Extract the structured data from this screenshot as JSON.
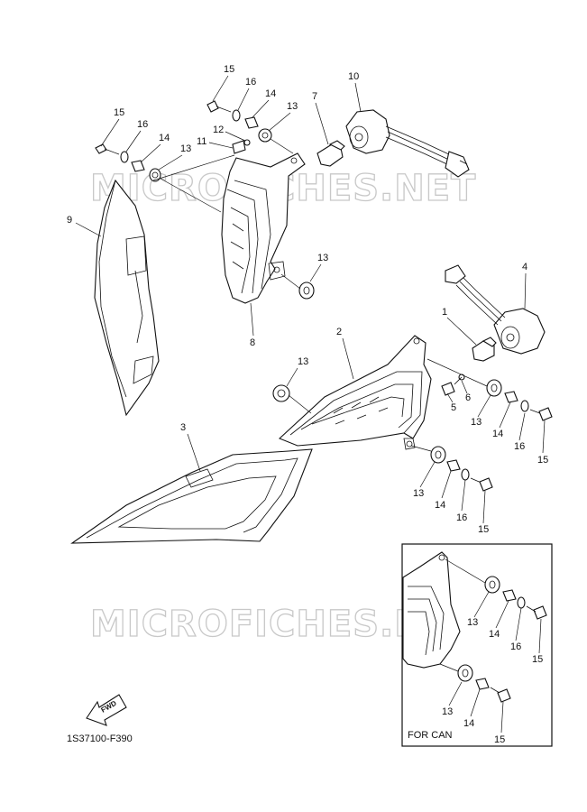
{
  "watermark": "MICROFICHES.NET",
  "diagram_code": "1S37100-F390",
  "inset_label": "FOR CAN",
  "fwd_label": "FWD",
  "callouts": {
    "n1": "1",
    "n2": "2",
    "n3": "3",
    "n4": "4",
    "n5": "5",
    "n6": "6",
    "n7": "7",
    "n8": "8",
    "n9": "9",
    "n10": "10",
    "n11": "11",
    "n12": "12",
    "n13": "13",
    "n14": "14",
    "n15": "15",
    "n16": "16"
  }
}
